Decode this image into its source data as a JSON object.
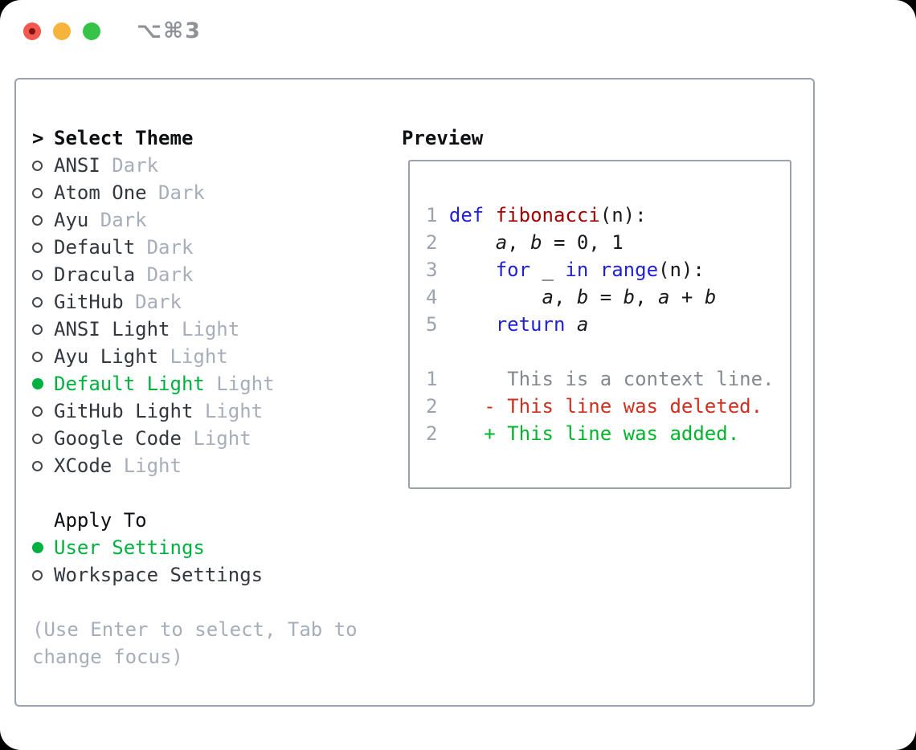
{
  "window": {
    "title": "⌥⌘3",
    "traffic_lights": {
      "close_color": "#f4574f",
      "minimize_color": "#f6b43c",
      "zoom_color": "#35c447"
    }
  },
  "colors": {
    "panel_border": "#99a2ae",
    "accent_green": "#00b140",
    "muted_gray": "#a6aeba",
    "keyword_blue": "#2121d6",
    "function_red": "#a40000",
    "deleted_red": "#cf2f1f",
    "added_green": "#00b52c"
  },
  "theme_list": {
    "header_marker": ">",
    "header": "Select Theme",
    "items": [
      {
        "name": "ANSI",
        "tag": "Dark",
        "selected": false
      },
      {
        "name": "Atom One",
        "tag": "Dark",
        "selected": false
      },
      {
        "name": "Ayu",
        "tag": "Dark",
        "selected": false
      },
      {
        "name": "Default",
        "tag": "Dark",
        "selected": false
      },
      {
        "name": "Dracula",
        "tag": "Dark",
        "selected": false
      },
      {
        "name": "GitHub",
        "tag": "Dark",
        "selected": false
      },
      {
        "name": "ANSI Light",
        "tag": "Light",
        "selected": false
      },
      {
        "name": "Ayu Light",
        "tag": "Light",
        "selected": false
      },
      {
        "name": "Default Light",
        "tag": "Light",
        "selected": true
      },
      {
        "name": "GitHub Light",
        "tag": "Light",
        "selected": false
      },
      {
        "name": "Google Code",
        "tag": "Light",
        "selected": false
      },
      {
        "name": "XCode",
        "tag": "Light",
        "selected": false
      }
    ]
  },
  "apply_to": {
    "header": "Apply To",
    "options": [
      {
        "label": "User Settings",
        "selected": true
      },
      {
        "label": "Workspace Settings",
        "selected": false
      }
    ]
  },
  "hint_lines": [
    "(Use Enter to select, Tab to",
    "change focus)"
  ],
  "preview": {
    "header": "Preview",
    "lines": [
      {
        "ln": "",
        "segs": []
      },
      {
        "ln": "1",
        "segs": [
          [
            "def",
            "kw"
          ],
          [
            " ",
            "plain"
          ],
          [
            "fibonacci",
            "fn"
          ],
          [
            "(n):",
            "plain"
          ]
        ]
      },
      {
        "ln": "2",
        "segs": [
          [
            "    ",
            "plain"
          ],
          [
            "a",
            "var"
          ],
          [
            ", ",
            "plain"
          ],
          [
            "b",
            "var"
          ],
          [
            " = 0, 1",
            "plain"
          ]
        ]
      },
      {
        "ln": "3",
        "segs": [
          [
            "    ",
            "plain"
          ],
          [
            "for",
            "kw"
          ],
          [
            " _ ",
            "plain"
          ],
          [
            "in",
            "kw"
          ],
          [
            " ",
            "plain"
          ],
          [
            "range",
            "kw"
          ],
          [
            "(n):",
            "plain"
          ]
        ]
      },
      {
        "ln": "4",
        "segs": [
          [
            "        ",
            "plain"
          ],
          [
            "a",
            "var"
          ],
          [
            ", ",
            "plain"
          ],
          [
            "b",
            "var"
          ],
          [
            " = ",
            "plain"
          ],
          [
            "b",
            "var"
          ],
          [
            ", ",
            "plain"
          ],
          [
            "a",
            "var"
          ],
          [
            " + ",
            "plain"
          ],
          [
            "b",
            "var"
          ]
        ]
      },
      {
        "ln": "5",
        "segs": [
          [
            "    ",
            "plain"
          ],
          [
            "return",
            "kw"
          ],
          [
            " ",
            "plain"
          ],
          [
            "a",
            "var"
          ]
        ]
      },
      {
        "ln": "",
        "segs": []
      },
      {
        "ln": "1",
        "segs": [
          [
            "     ",
            "plain"
          ],
          [
            "This is a context line.",
            "ctx"
          ]
        ]
      },
      {
        "ln": "2",
        "segs": [
          [
            "   ",
            "plain"
          ],
          [
            "- This line was deleted.",
            "del"
          ]
        ]
      },
      {
        "ln": "2",
        "segs": [
          [
            "   ",
            "plain"
          ],
          [
            "+ This line was added.",
            "add"
          ]
        ]
      },
      {
        "ln": "",
        "segs": []
      }
    ]
  }
}
